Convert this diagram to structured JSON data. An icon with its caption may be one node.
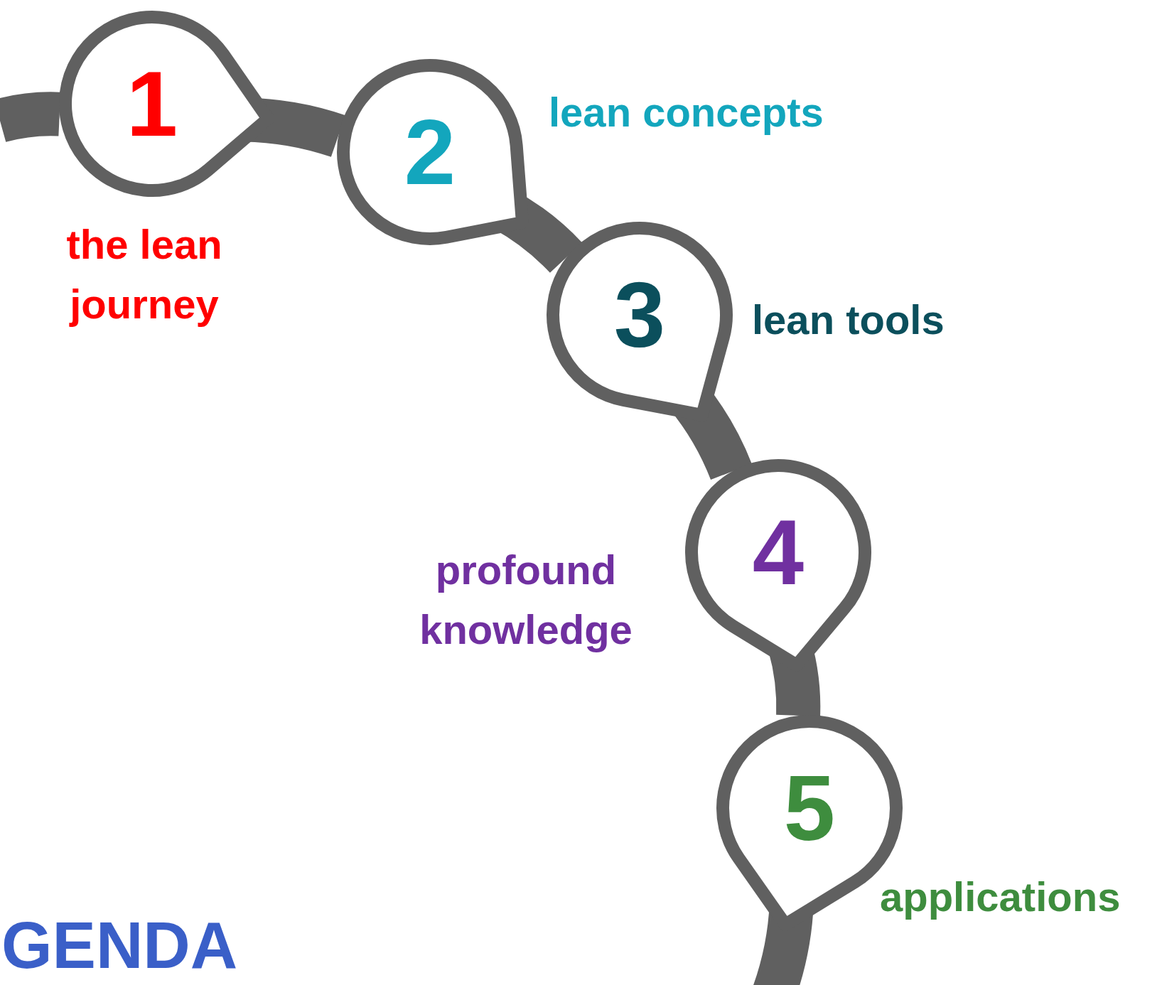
{
  "diagram": {
    "title": "GENDA",
    "nodes": [
      {
        "text": [
          "1"
        ],
        "beside": [
          "the lean journey"
        ]
      },
      {
        "text": [
          "2"
        ],
        "beside": [
          "lean concepts"
        ]
      },
      {
        "text": [
          "3"
        ],
        "beside": [
          "lean tools"
        ]
      },
      {
        "text": [
          "4"
        ],
        "beside": [
          "profound knowledge"
        ]
      },
      {
        "text": [
          "5"
        ],
        "beside": [
          "applications"
        ]
      }
    ],
    "edges": [
      {
        "from": null,
        "to": 0,
        "arrow": "none"
      },
      {
        "from": 0,
        "to": 1,
        "arrow": "none"
      },
      {
        "from": 1,
        "to": 2,
        "arrow": "none"
      },
      {
        "from": 2,
        "to": 3,
        "arrow": "none"
      },
      {
        "from": 3,
        "to": 4,
        "arrow": "none"
      },
      {
        "from": 4,
        "to": null,
        "arrow": "none"
      }
    ]
  }
}
